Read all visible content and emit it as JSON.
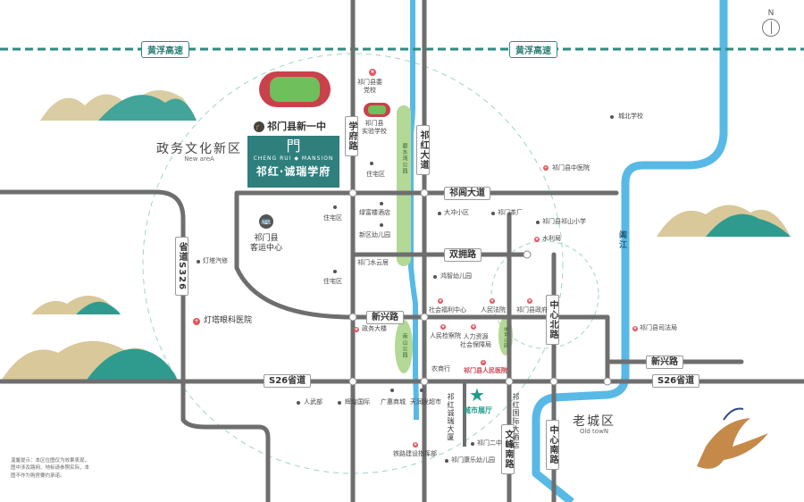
{
  "highways": {
    "north_left": "黄浮高速",
    "north_right": "黄浮高速",
    "s26_west": "S26省道",
    "s26_east": "S26省道",
    "s326": "省道S326"
  },
  "roads": {
    "qimen_avenue": "祁闾大道",
    "shuangyong_road": "双拥路",
    "xinxing_road_west": "新兴路",
    "xinxing_road_east": "新兴路",
    "xuefu_road": "学府路",
    "qihong_avenue": "祁红大道",
    "zhongxin_north": "中心北路",
    "zhongxin_south": "中心南路",
    "wenfeng_south": "文峰南路",
    "qihong_intl": "祁红国际大酒店"
  },
  "districts": {
    "new_area_zh": "政务文化新区",
    "new_area_en": "New areA",
    "old_town_zh": "老城区",
    "old_town_en": "Old towN"
  },
  "river": "阊江",
  "parks": {
    "biyuwan": "碧水湾公园",
    "nanshan": "南山公园",
    "small": "体育公园"
  },
  "project": {
    "en_name": "CHENG RUI ◆ MANSION",
    "cn_name": "祁红·诚瑞学府",
    "logo_glyph": "門"
  },
  "school_main": "祁门县新一中",
  "bus_station": "祁门县\n客运中心",
  "city_hall": "城市展厅",
  "pois": {
    "county_party": "祁门县委\n党校",
    "shiyan_school": "祁门县\n实验学校",
    "chengbei_school": "城北学校",
    "tcm_hospital": "祁门县中医院",
    "residential_1": "住宅区",
    "residential_2": "住宅区",
    "residential_3": "住宅区",
    "lvfu_hotel": "绿富楼酒店",
    "xinqu_kinder": "新区幼儿园",
    "dachong": "大冲小区",
    "tea_factory": "祁门茶厂",
    "qishan_primary": "祁门县祁山小学",
    "water_bureau": "水利局",
    "shuiyun": "祁门水云居",
    "hongzhi_kinder": "鸿智幼儿园",
    "welfare": "社会福利中心",
    "court": "人民法院",
    "county_gov": "祁门县政府",
    "justice": "祁门县司法局",
    "gov_building": "政务大楼",
    "procuratorate": "人民检察院",
    "hr_bureau": "人力资源\n社会保障局",
    "farm_bank": "农商行",
    "hospital": "祁门县人民医院",
    "dengta_auto": "灯塔汽修",
    "dengta_eye": "灯塔眼科医院",
    "armed_forces": "人武部",
    "huihuang": "辉煌国际",
    "guanghui": "广惠商城",
    "tianrun": "天润发超市",
    "qihong_chengrui": "祁红诚瑞大厦",
    "no2_middle": "祁门二中",
    "railway": "铁路建设指挥部",
    "kangle_kinder": "祁门康乐幼儿园"
  },
  "note": "温馨提示：本区位图仅为效果表现，图中涉及路网、地标请参照实际，本图不作为购房要约承诺。",
  "compass": "N",
  "colors": {
    "highway": "#2e8a82",
    "river": "#58b9e6",
    "road": "#6e6e6e",
    "project": "#2f7f7d",
    "park": "#b4d896",
    "poi": "#e4555c"
  }
}
